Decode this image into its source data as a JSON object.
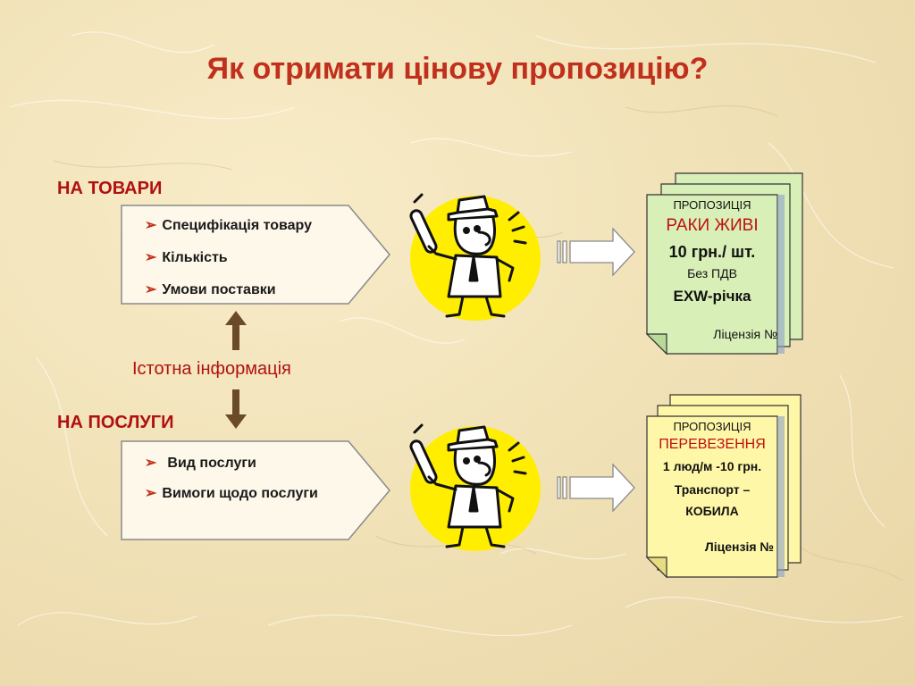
{
  "title": "Як отримати цінову пропозицію?",
  "goods": {
    "heading": "НА ТОВАРИ",
    "items": [
      "Специфікація товару",
      "Кількість",
      "Умови поставки"
    ]
  },
  "essential_info": "Істотна інформація",
  "services": {
    "heading": "НА ПОСЛУГИ",
    "items": [
      "Вид послуги",
      "Вимоги щодо  послуги"
    ]
  },
  "offer_goods": {
    "label": "ПРОПОЗИЦІЯ",
    "product": "РАКИ ЖИВІ",
    "price": "10 грн./ шт.",
    "vat": "Без ПДВ",
    "terms": "EXW-річка",
    "license": "Ліцензія №"
  },
  "offer_services": {
    "label": "ПРОПОЗИЦІЯ",
    "service": "ПЕРЕВЕЗЕННЯ",
    "price": "1 люд/м -10 грн.",
    "transport": "Транспорт –",
    "vehicle": "КОБИЛА",
    "license": "Ліцензія №"
  },
  "colors": {
    "title": "#c0301c",
    "accent_red": "#b01010",
    "doc_green": "#d9efb8",
    "doc_yellow": "#fff7a8",
    "circle_yellow": "#ffee00"
  },
  "icons": [
    "caller-icon",
    "arrow-right-icon",
    "arrow-up-icon",
    "arrow-down-icon",
    "bullet-arrow-icon"
  ]
}
